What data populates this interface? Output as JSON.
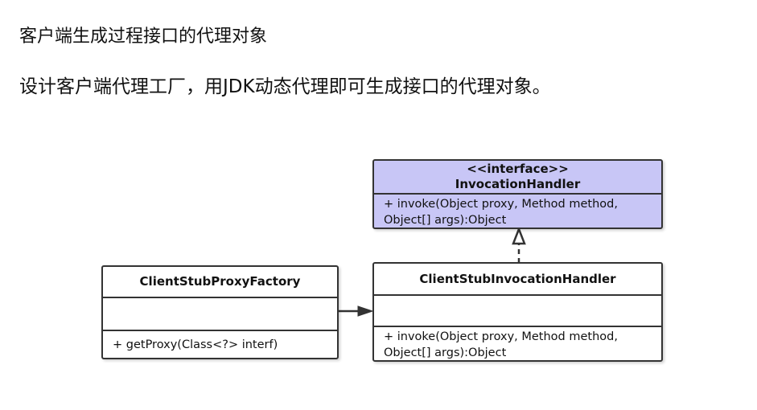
{
  "heading": "客户端生成过程接口的代理对象",
  "description": "设计客户端代理工厂，用JDK动态代理即可生成接口的代理对象。",
  "diagram": {
    "invocation_handler": {
      "stereotype": "<<interface>>",
      "name": "InvocationHandler",
      "methods": [
        "+ invoke(Object proxy, Method method,",
        "Object[] args):Object"
      ],
      "fill_color": "#c8c6f6"
    },
    "proxy_factory": {
      "name": "ClientStubProxyFactory",
      "methods": [
        "+ getProxy(Class<?> interf)"
      ]
    },
    "stub_handler": {
      "name": "ClientStubInvocationHandler",
      "methods": [
        "+ invoke(Object proxy, Method method,",
        "Object[] args):Object"
      ]
    },
    "relations": {
      "realization": "ClientStubInvocationHandler → InvocationHandler",
      "association": "ClientStubProxyFactory → ClientStubInvocationHandler"
    },
    "line_color": "#333333"
  }
}
